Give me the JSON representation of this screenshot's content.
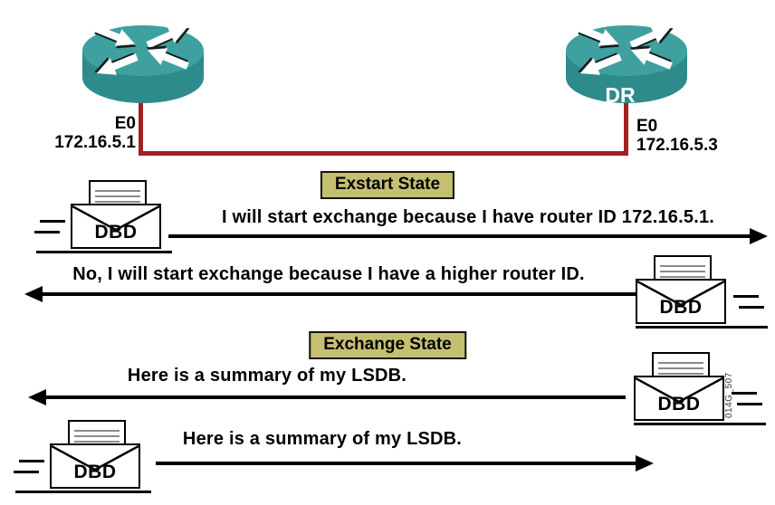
{
  "topology": {
    "left_router": {
      "interface": "E0",
      "ip": "172.16.5.1"
    },
    "right_router": {
      "role": "DR",
      "interface": "E0",
      "ip": "172.16.5.3"
    }
  },
  "states": [
    {
      "label": "Exstart State"
    },
    {
      "label": "Exchange State"
    }
  ],
  "messages": [
    {
      "text": "I will start exchange because I have router ID 172.16.5.1.",
      "direction": "right",
      "packet": "DBD"
    },
    {
      "text": "No, I will start exchange because I have a higher router ID.",
      "direction": "left",
      "packet": "DBD"
    },
    {
      "text": "Here is a summary of my LSDB.",
      "direction": "left",
      "packet": "DBD"
    },
    {
      "text": "Here is a summary of my LSDB.",
      "direction": "right",
      "packet": "DBD"
    }
  ],
  "watermark": "014G_507",
  "colors": {
    "router_top": "#3fa0a0",
    "router_side": "#2e8b8b",
    "state_box": "#c5bf72",
    "link_red": "#a12121"
  }
}
